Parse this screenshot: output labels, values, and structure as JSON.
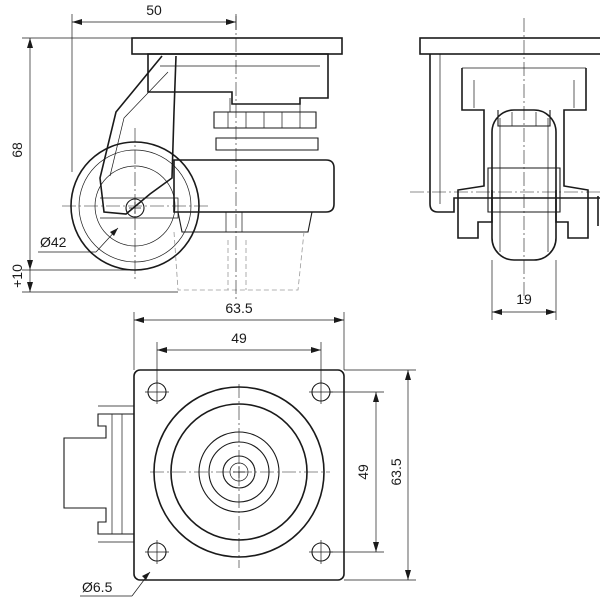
{
  "dimensions": {
    "offset_width": "50",
    "height": "68",
    "adjust": "+10",
    "wheel_diameter": "Ø42",
    "wheel_width": "19",
    "plate_width": "63.5",
    "hole_spacing_horizontal": "49",
    "hole_spacing_vertical": "49",
    "plate_height": "63.5",
    "hole_diameter": "Ø6.5"
  }
}
